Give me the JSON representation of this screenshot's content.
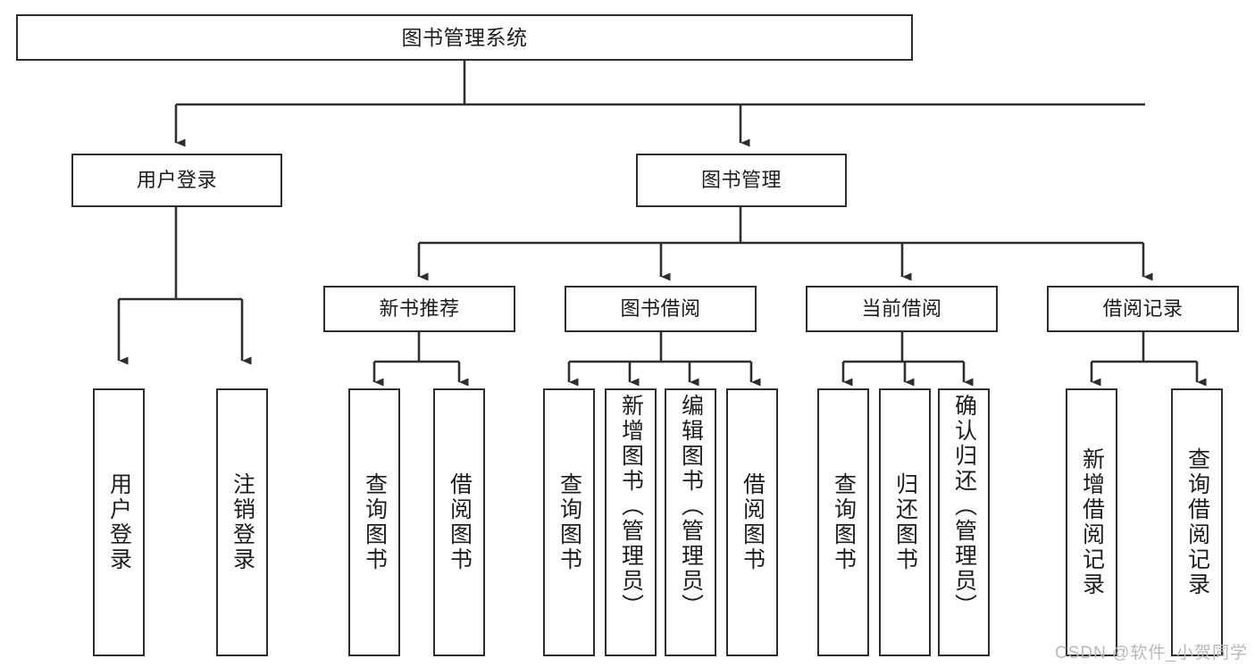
{
  "diagram": {
    "title": "图书管理系统",
    "type": "tree-hierarchy-functional-decomposition",
    "root": {
      "id": "root",
      "label": "图书管理系统"
    },
    "level2": [
      {
        "id": "user-login",
        "label": "用户登录"
      },
      {
        "id": "book-management",
        "label": "图书管理"
      }
    ],
    "level3": [
      {
        "id": "new-book-recommend",
        "label": "新书推荐"
      },
      {
        "id": "book-borrow",
        "label": "图书借阅"
      },
      {
        "id": "current-borrow",
        "label": "当前借阅"
      },
      {
        "id": "borrow-record",
        "label": "借阅记录"
      }
    ],
    "leaves": {
      "user_login": [
        {
          "id": "leaf-user-login",
          "label": "用户登录"
        },
        {
          "id": "leaf-logout-login",
          "label": "注销登录"
        }
      ],
      "new_book_recommend": [
        {
          "id": "leaf-query-book-1",
          "label": "查询图书"
        },
        {
          "id": "leaf-borrow-book-1",
          "label": "借阅图书"
        }
      ],
      "book_borrow": [
        {
          "id": "leaf-query-book-2",
          "label": "查询图书"
        },
        {
          "id": "leaf-add-book",
          "label": "新增图书（管理员）"
        },
        {
          "id": "leaf-edit-book",
          "label": "编辑图书（管理员）"
        },
        {
          "id": "leaf-borrow-book-2",
          "label": "借阅图书"
        }
      ],
      "current_borrow": [
        {
          "id": "leaf-query-book-3",
          "label": "查询图书"
        },
        {
          "id": "leaf-return-book",
          "label": "归还图书"
        },
        {
          "id": "leaf-confirm-return",
          "label": "确认归还（管理员）"
        }
      ],
      "borrow_record": [
        {
          "id": "leaf-add-borrow-record",
          "label": "新增借阅记录"
        },
        {
          "id": "leaf-query-borrow-record",
          "label": "查询借阅记录"
        }
      ]
    }
  },
  "watermark": {
    "text": "CSDN @软件_小贺同学"
  },
  "colors": {
    "border": "#2e2e2e",
    "text": "#1d1d1d",
    "background": "#ffffff",
    "watermark": "#b9b9b9"
  }
}
